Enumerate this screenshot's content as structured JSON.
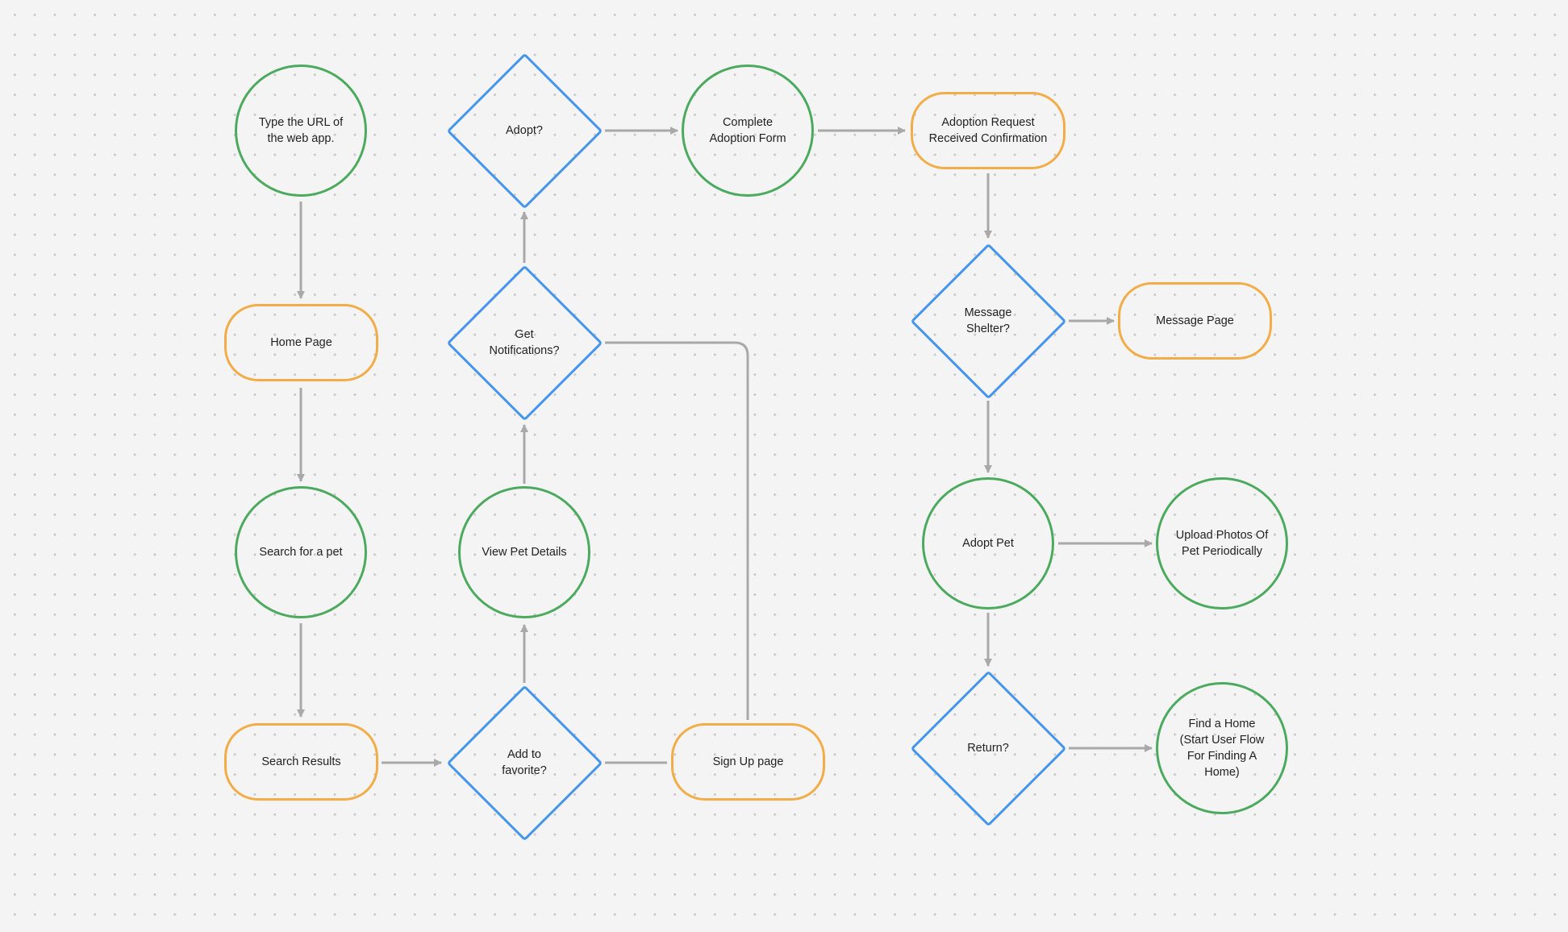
{
  "colors": {
    "background": "#f4f4f4",
    "circle_stroke": "#4caa5e",
    "pill_stroke": "#f2ad48",
    "diamond_stroke": "#4395ee",
    "connector": "#a9a9a9"
  },
  "nodes": {
    "type_url": "Type the URL of\nthe web app.",
    "home_page": "Home Page",
    "search_pet": "Search for a pet",
    "search_results": "Search Results",
    "add_favorite": "Add to\nfavorite?",
    "view_pet_details": "View Pet Details",
    "get_notifications": "Get\nNotifications?",
    "adopt_q": "Adopt?",
    "complete_form": "Complete\nAdoption Form",
    "adoption_request": "Adoption Request\nReceived Confirmation",
    "message_shelter": "Message\nShelter?",
    "message_page": "Message Page",
    "adopt_pet": "Adopt Pet",
    "upload_photos": "Upload Photos Of\nPet Periodically",
    "return_q": "Return?",
    "find_home": "Find a Home\n(Start User Flow\nFor Finding A\nHome)",
    "sign_up": "Sign Up page"
  }
}
